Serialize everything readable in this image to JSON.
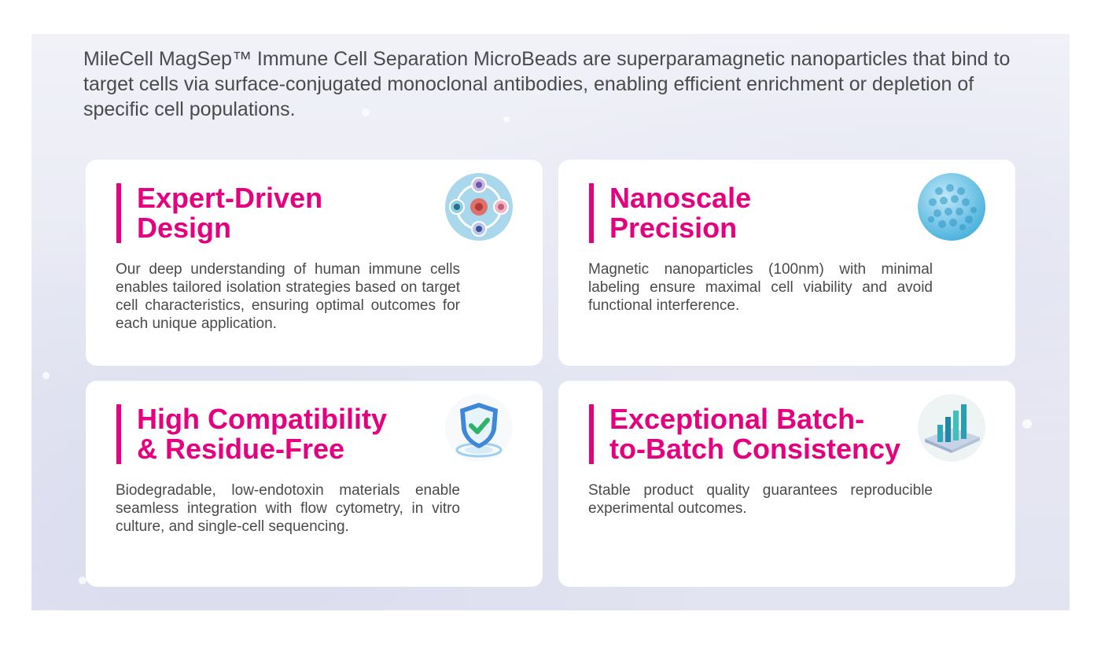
{
  "intro": "MileCell MagSep™ Immune Cell Separation MicroBeads are superparamagnetic nanoparticles that bind to target cells via surface-conjugated monoclonal antibodies, enabling efficient enrichment or depletion of specific cell populations.",
  "colors": {
    "accent": "#e4007f",
    "text": "#4a4a4a",
    "card_bg": "#ffffff",
    "background": "#e8e9f4"
  },
  "cards": [
    {
      "title": "Expert-Driven\nDesign",
      "body": "Our deep understanding of human immune cells enables tailored isolation strategies based on target cell characteristics, ensuring optimal outcomes for each unique application.",
      "icon": "immune-cells-icon"
    },
    {
      "title": "Nanoscale\nPrecision",
      "body": "Magnetic nanoparticles (100nm) with minimal labeling ensure maximal cell viability and avoid functional interference.",
      "icon": "nanoparticle-icon"
    },
    {
      "title": "High Compatibility\n& Residue-Free",
      "body": "Biodegradable, low-endotoxin materials enable seamless integration with flow cytometry, in vitro culture, and single-cell sequencing.",
      "icon": "shield-check-icon"
    },
    {
      "title": "Exceptional Batch-\nto-Batch Consistency",
      "body": "Stable product quality guarantees reproducible experimental outcomes.",
      "icon": "bar-chart-icon"
    }
  ]
}
